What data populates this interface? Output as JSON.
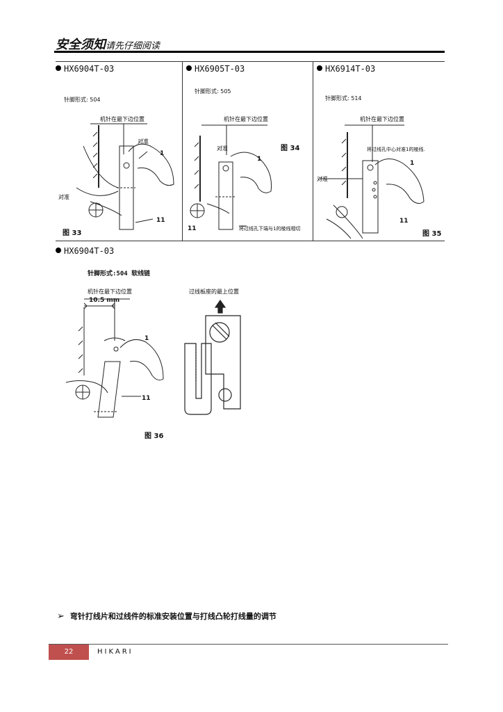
{
  "header": {
    "title_main": "安全须知",
    "title_sub": "请先仔细阅读"
  },
  "panels": [
    {
      "model": "HX6904T-03",
      "needle_form": "针脚形式: 504",
      "position_label": "机针在最下边位置",
      "align_label": "对准",
      "note": "",
      "figure": "图 33",
      "part_a": "1",
      "part_b": "11"
    },
    {
      "model": "HX6905T-03",
      "needle_form": "针脚形式: 505",
      "position_label": "机针在最下边位置",
      "align_label": "对准",
      "note": "将过线孔下端与1的棱线相切",
      "figure": "图 34",
      "part_a": "1",
      "part_b": "11"
    },
    {
      "model": "HX6914T-03",
      "needle_form": "针脚形式: 514",
      "position_label": "机针在最下边位置",
      "align_label": "对准",
      "note": "将过线孔中心对准1的棱线.",
      "figure": "图 35",
      "part_a": "1",
      "part_b": "11"
    }
  ],
  "panel4": {
    "model": "HX6904T-03",
    "needle_form": "针脚形式:504 软线链",
    "position_label": "机针在最下边位置",
    "dimension": "10.5 mm",
    "part_a": "1",
    "part_b": "11",
    "plate_label": "过线板座的最上位置",
    "figure": "图 36"
  },
  "section_heading": "弯针打线片和过线件的标准安装位置与打线凸轮打线量的调节",
  "footer": {
    "page": "22",
    "brand": "HIKARI"
  },
  "colors": {
    "footer_badge": "#c0504d"
  }
}
